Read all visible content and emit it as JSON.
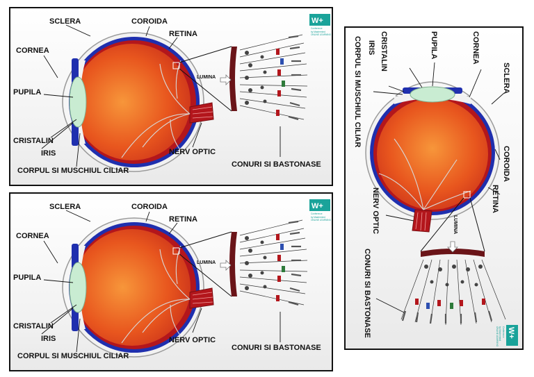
{
  "labels": {
    "sclera": "SCLERA",
    "coroida": "COROIDA",
    "retina": "RETINA",
    "cornea": "CORNEA",
    "pupila": "PUPILA",
    "cristalin": "CRISTALIN",
    "iris": "IRIS",
    "corpul": "CORPUL SI MUSCHIUL CILIAR",
    "nerv": "NERV OPTIC",
    "conuri": "CONURI SI BASTONASE",
    "lumina": "LUMINA"
  },
  "logo": {
    "mark": "W+",
    "line1": "Conference",
    "line2": "by Mastermind",
    "line3": "ONLINE LEARNING"
  },
  "colors": {
    "eye": "#e4521c",
    "eye_core": "#f58a2e",
    "choroid": "#1f2fae",
    "retina_red": "#b3161c",
    "logo": "#1aa39a"
  }
}
